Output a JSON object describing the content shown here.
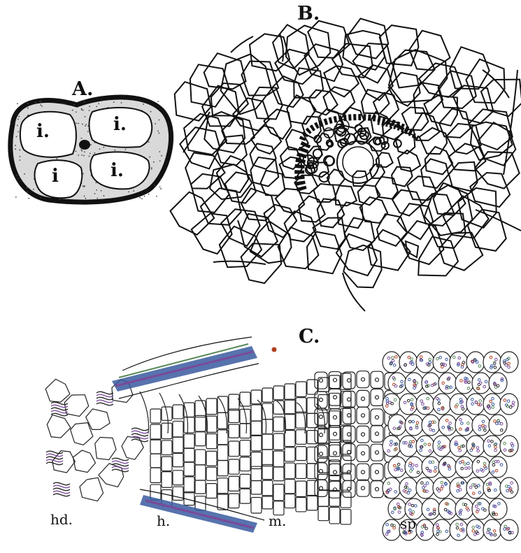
{
  "plate": {
    "figures": [
      {
        "id": "A",
        "label": "A.",
        "description": "Pollen tetrad section with four cells",
        "cell_labels": [
          "i.",
          "i.",
          "i",
          "i."
        ]
      },
      {
        "id": "B",
        "label": "B.",
        "description": "Cross-section of a vascular bundle surrounded by parenchyma"
      },
      {
        "id": "C",
        "label": "C.",
        "description": "Longitudinal section of sporangium tissue",
        "region_labels": [
          "hd.",
          "h.",
          "m.",
          "sp"
        ]
      }
    ],
    "colors": {
      "ink": "#111111",
      "stain_blue": "#3a5aa0",
      "stain_violet": "#7a4a9a",
      "stain_green": "#5a8a5a",
      "dot": "#b04020"
    }
  }
}
